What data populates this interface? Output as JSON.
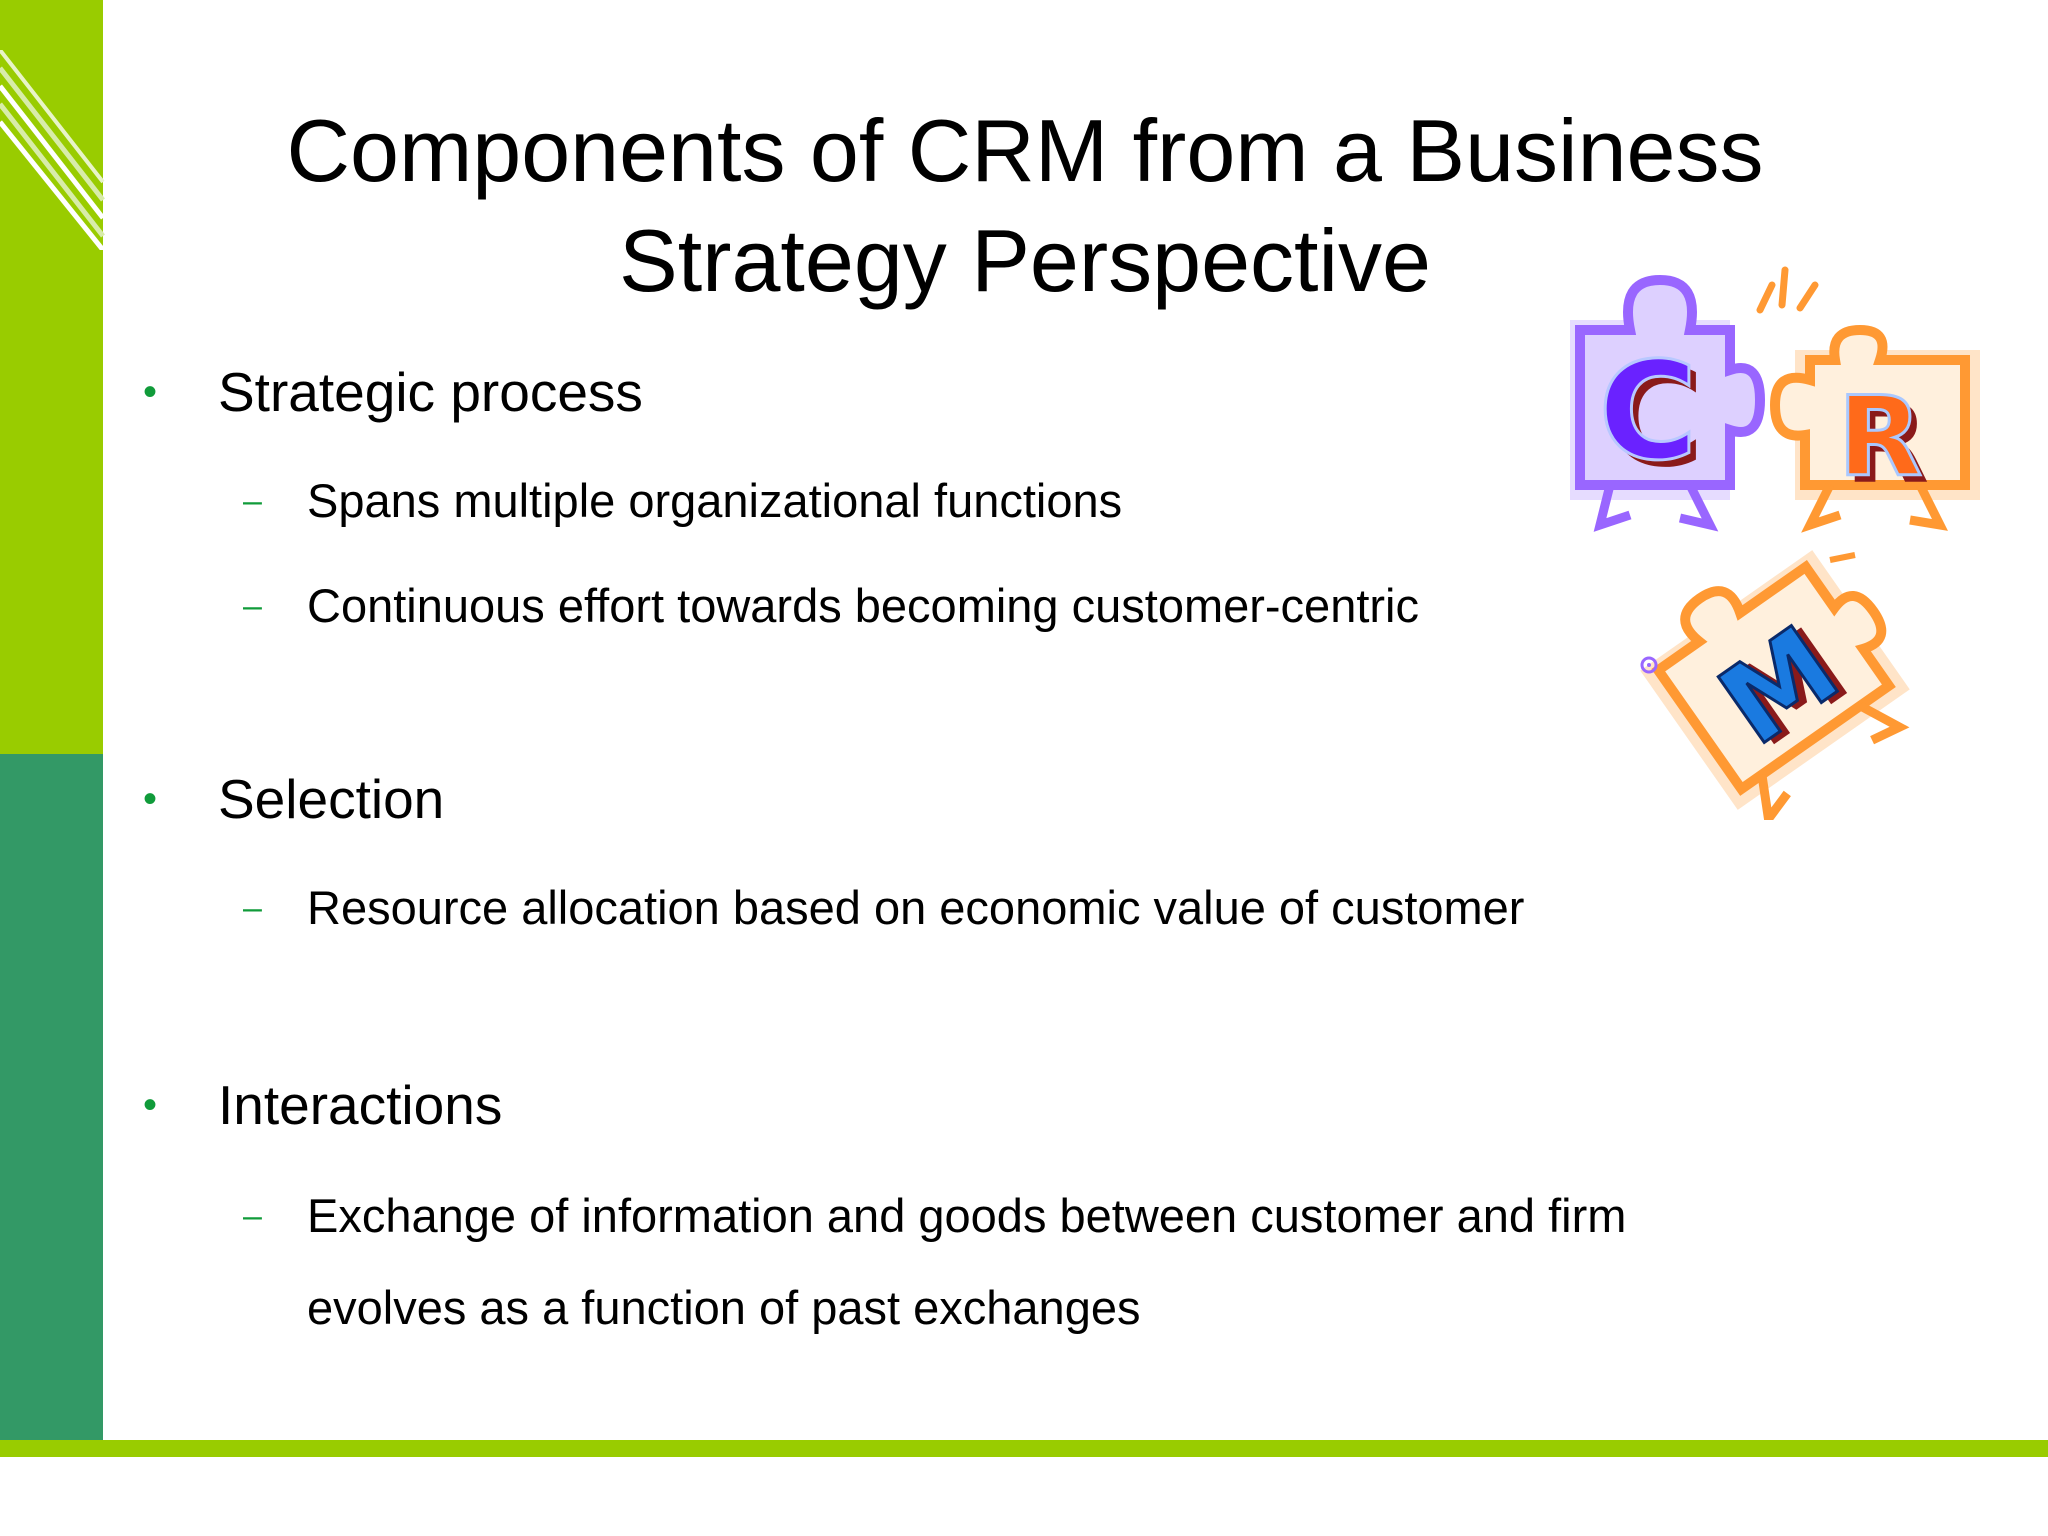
{
  "slide": {
    "title_line1": "Components of CRM from a Business",
    "title_line2": "Strategy Perspective",
    "bullets": [
      {
        "text": "Strategic process",
        "subs": [
          "Spans multiple organizational functions",
          "Continuous effort towards becoming customer-centric"
        ]
      },
      {
        "text": "Selection",
        "subs": [
          "Resource allocation based on economic value of customer"
        ]
      },
      {
        "text": "Interactions",
        "subs": [
          "Exchange of information and goods between customer and firm",
          "evolves as a function of past exchanges"
        ]
      }
    ],
    "bullet_symbol": "•",
    "dash_symbol": "–"
  },
  "clipart": {
    "letters": [
      "C",
      "R",
      "M"
    ]
  },
  "colors": {
    "lime": "#99cc00",
    "green": "#339966",
    "bullet": "#109b3a",
    "purple": "#9966ff",
    "orange": "#ff9933"
  }
}
